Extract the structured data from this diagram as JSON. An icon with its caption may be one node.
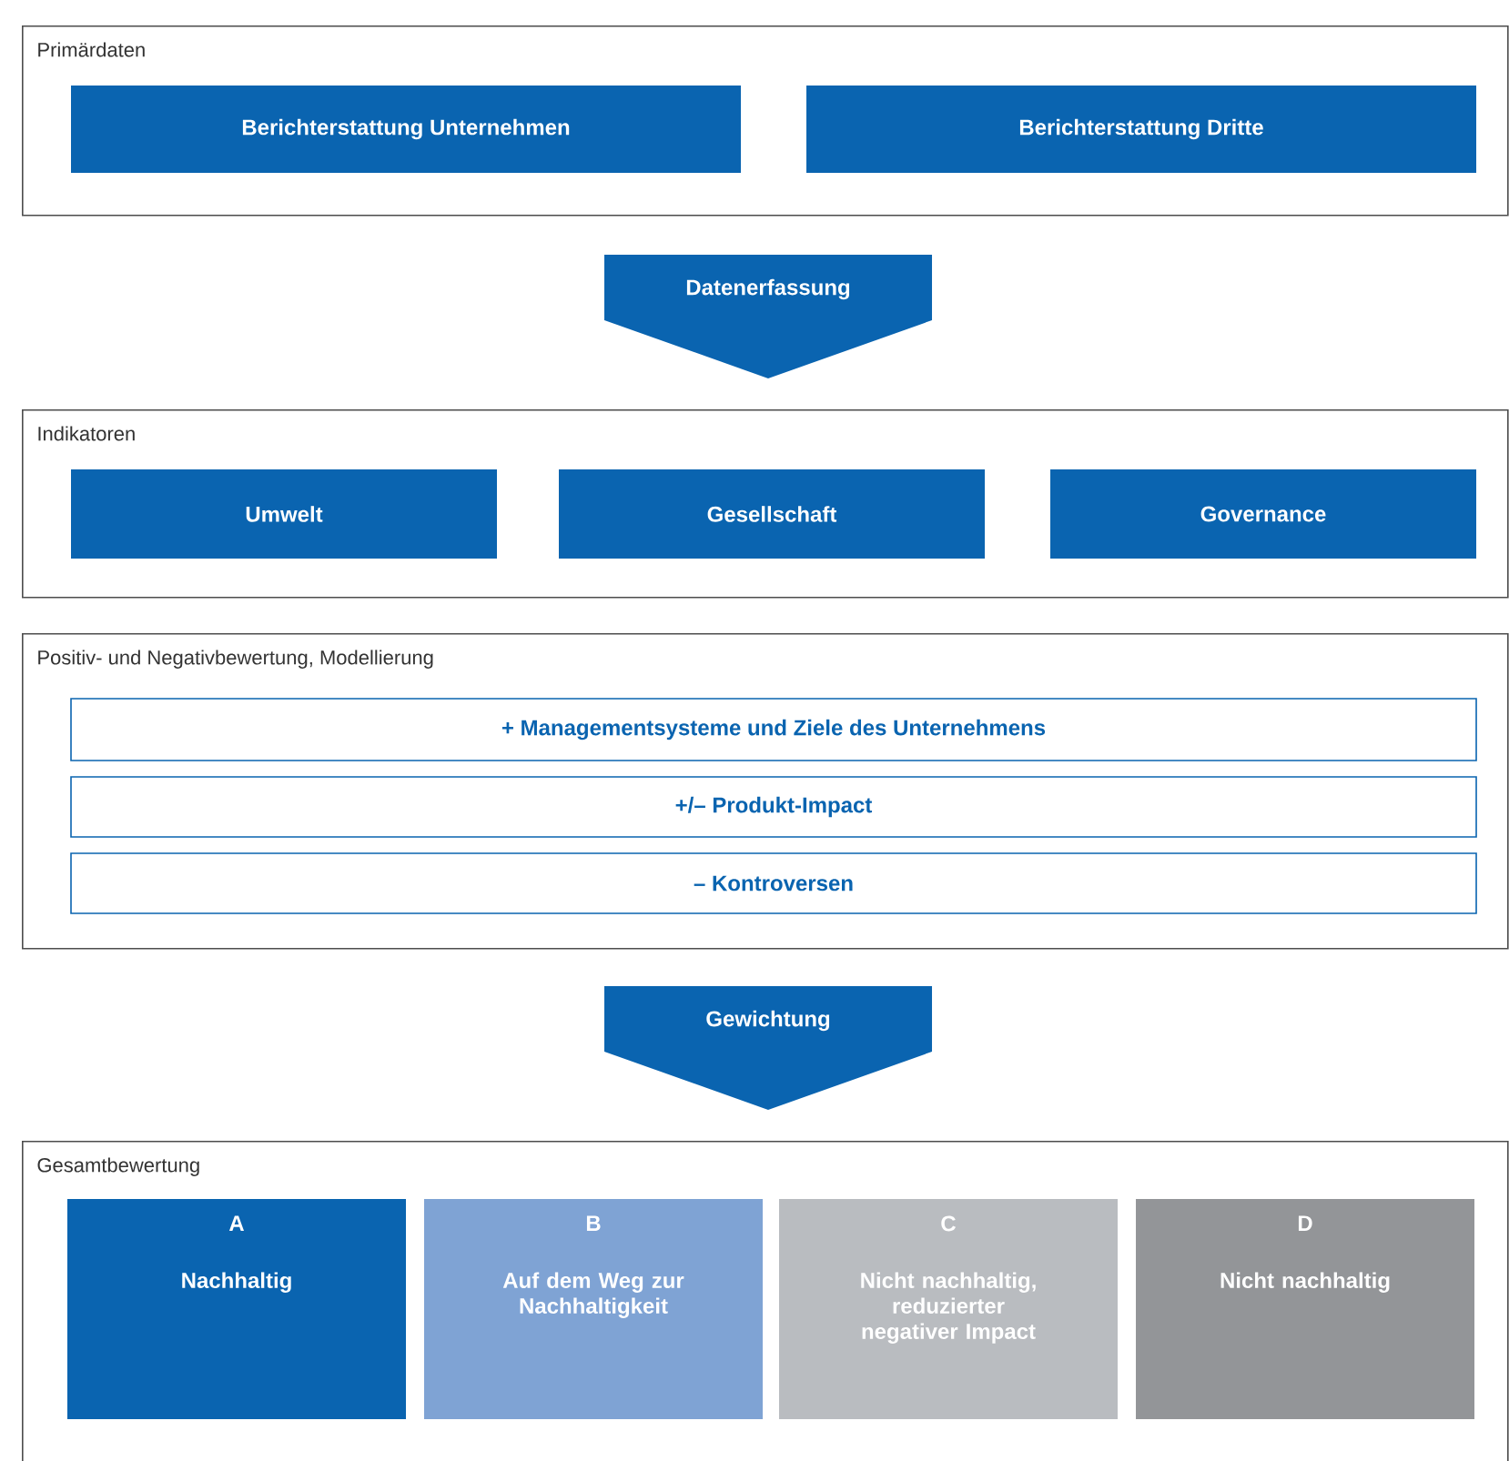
{
  "diagram": {
    "nodes": [
      {
        "text": [
          "Primärdaten"
        ]
      },
      {
        "text": [
          "Berichterstattung Unternehmen"
        ],
        "in": 0
      },
      {
        "text": [
          "Berichterstattung Dritte"
        ],
        "in": 0
      },
      {
        "text": [
          "Datenerfassung"
        ]
      },
      {
        "text": [
          "Indikatoren"
        ]
      },
      {
        "text": [
          "Umwelt"
        ],
        "in": 4
      },
      {
        "text": [
          "Gesellschaft"
        ],
        "in": 4
      },
      {
        "text": [
          "Governance"
        ],
        "in": 4
      },
      {
        "text": [
          "Positiv- und Negativbewertung, Modellierung"
        ]
      },
      {
        "text": [
          "+ Managementsysteme und Ziele des Unternehmens"
        ],
        "in": 8
      },
      {
        "text": [
          "+/– Produkt-Impact"
        ],
        "in": 8
      },
      {
        "text": [
          "– Kontroversen"
        ],
        "in": 8
      },
      {
        "text": [
          "Gewichtung"
        ]
      },
      {
        "text": [
          "Gesamtbewertung"
        ]
      },
      {
        "text": [
          "A",
          "Nachhaltig"
        ],
        "in": 13
      },
      {
        "text": [
          "B",
          "Auf dem Weg zur Nachhaltigkeit"
        ],
        "in": 13
      },
      {
        "text": [
          "C",
          "Nicht nachhaltig, reduzierter negativer Impact"
        ],
        "in": 13
      },
      {
        "text": [
          "D",
          "Nicht nachhaltig"
        ],
        "in": 13
      }
    ]
  }
}
